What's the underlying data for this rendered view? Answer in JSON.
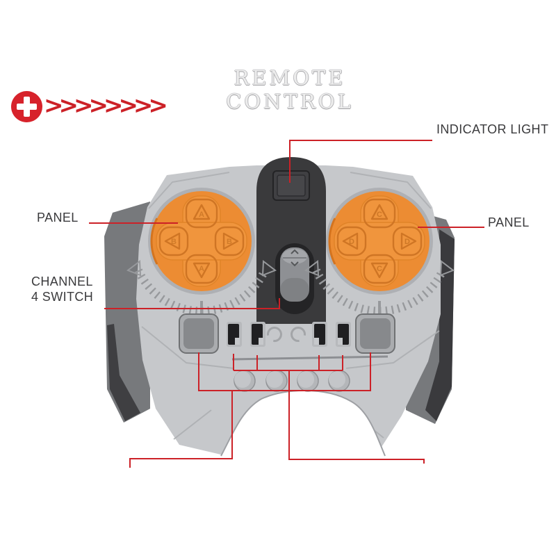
{
  "title": "REMOTE CONTROL",
  "promo": {
    "plus": "+",
    "chevrons": ">>>>>>>>"
  },
  "callouts": {
    "indicator_light": "INDICATOR LIGHT",
    "panel_left": "PANEL",
    "panel_right": "PANEL",
    "channel_switch_line1": "CHANNEL",
    "channel_switch_line2": "4 SWITCH"
  },
  "device": {
    "type": "handheld IR remote control with two directional pads, center channel slider, two square buttons, four switch tabs and four studs",
    "left_dpad_labels": {
      "top": "A",
      "right": "B",
      "bottom": "A",
      "left": "B"
    },
    "right_dpad_labels": {
      "top": "C",
      "right": "D",
      "bottom": "C",
      "left": "D"
    },
    "markings": [
      "counterclockwise-arc",
      "clockwise-arc"
    ]
  },
  "colors": {
    "accent_red": "#cc2127",
    "badge_red": "#d7222b",
    "body_gray": "#c6c8cb",
    "recess_gray": "#aeb0b4",
    "grip_gray": "#77797c",
    "grip_dark": "#3c3c3f",
    "strip_black": "#3a3a3c",
    "button_orange": "#f0953d",
    "disc_orange": "#ec8c33",
    "label_text": "#3a3a3c",
    "title_gray": "#ececec"
  }
}
